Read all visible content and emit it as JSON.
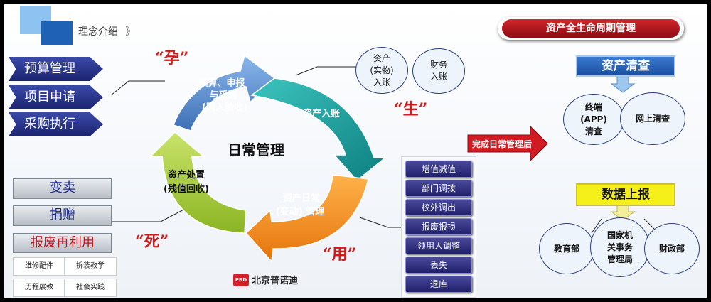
{
  "header": {
    "section_title": "理念介绍",
    "section_arrow": "》",
    "banner": "资产全生命周期管理"
  },
  "cycle": {
    "center": "日常管理",
    "segments": [
      {
        "lines": [
          "预算、申报",
          "与采购",
          "(购入验收)"
        ]
      },
      {
        "lines": [
          "资产入账"
        ]
      },
      {
        "lines": [
          "资产日常",
          "(变动) 管理"
        ]
      },
      {
        "lines": [
          "资产处置",
          "(残值回收)"
        ]
      }
    ],
    "stages": {
      "yun": "“孕”",
      "sheng": "“生”",
      "yong": "“用”",
      "si": "“死”"
    }
  },
  "left_steps": [
    "预算管理",
    "项目申请",
    "采购执行"
  ],
  "disposal": {
    "items": [
      "变卖",
      "捐赠",
      "报废再利用"
    ],
    "sub_items": [
      "维修配件",
      "拆装教学",
      "历程展教",
      "社会实践"
    ]
  },
  "entry_bubbles": [
    {
      "lines": [
        "资产",
        "(实物)",
        "入账"
      ]
    },
    {
      "lines": [
        "财务",
        "入账"
      ]
    }
  ],
  "daily_actions": [
    "增值减值",
    "部门调拨",
    "校外调出",
    "报废报损",
    "领用人调整",
    "丢失",
    "退库"
  ],
  "transition_arrow": "完成日常管理后",
  "inventory": {
    "title": "资产清查",
    "items": [
      {
        "lines": [
          "终端",
          "(APP)",
          "清查"
        ]
      },
      {
        "lines": [
          "网上清查"
        ]
      }
    ]
  },
  "reporting": {
    "title": "数据上报",
    "items": [
      {
        "lines": [
          "教育部"
        ]
      },
      {
        "lines": [
          "国家机",
          "关事务",
          "管理局"
        ]
      },
      {
        "lines": [
          "财政部"
        ]
      }
    ]
  },
  "logo": {
    "mark": "PRD",
    "text": "北京普诺迪"
  },
  "colors": {
    "segment_blue": "#4f86c9",
    "segment_teal": "#159b9a",
    "segment_orange": "#f28a1c",
    "segment_green": "#a6cc35",
    "stage_red": "#d21a1a",
    "button_navy": "#1f1f6a",
    "banner_red": "#b0111a",
    "highlight_yellow": "#f5ef1a"
  }
}
